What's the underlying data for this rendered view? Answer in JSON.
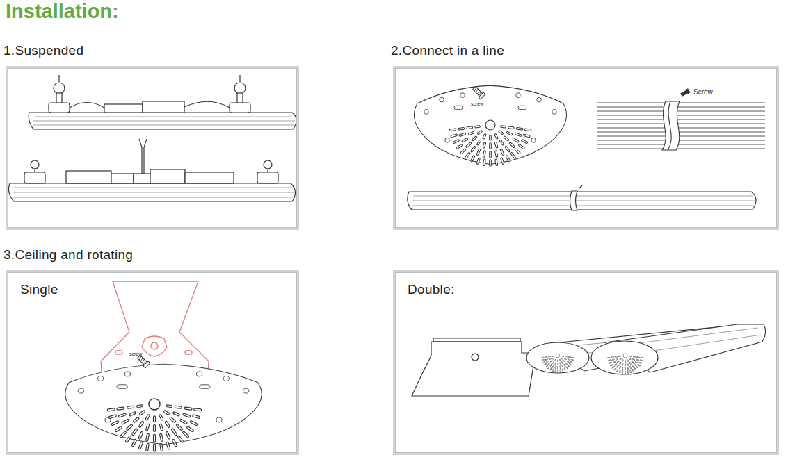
{
  "diagram": {
    "title": "Installation:",
    "nodes": [
      {
        "text": [
          "1.Suspended"
        ]
      },
      {
        "text": [
          "2.Connect in a line"
        ]
      },
      {
        "text": [
          "3.Ceiling and rotating",
          "Single"
        ]
      },
      {
        "text": [
          "Double:"
        ]
      }
    ],
    "edges": [],
    "labels": [
      "Screw",
      "screw",
      "screw"
    ]
  }
}
